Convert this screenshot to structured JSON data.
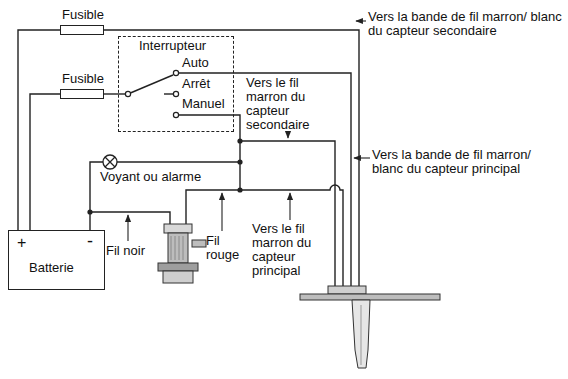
{
  "diagram": {
    "nodes": [
      {
        "text": [
          "Fusible"
        ]
      },
      {
        "text": [
          "Interrupteur",
          "Auto",
          "Arrêt",
          "Manuel"
        ]
      },
      {
        "text": [
          "Fusible"
        ]
      },
      {
        "text": [
          "+",
          "-",
          "Batterie"
        ]
      }
    ],
    "edges": [
      {
        "from": 3,
        "to": 0,
        "arrow": "none"
      },
      {
        "from": 3,
        "to": 2,
        "arrow": "none"
      },
      {
        "from": 2,
        "to": 1,
        "arrow": "none"
      }
    ],
    "labels": [
      "Vers la bande de fil marron/ blanc du capteur secondaire",
      "Vers le fil marron du capteur secondaire",
      "Vers la bande de fil marron/ blanc du capteur principal",
      "Voyant ou alarme",
      "Fil noir",
      "Fil rouge",
      "Vers le fil marron du capteur principal"
    ]
  }
}
